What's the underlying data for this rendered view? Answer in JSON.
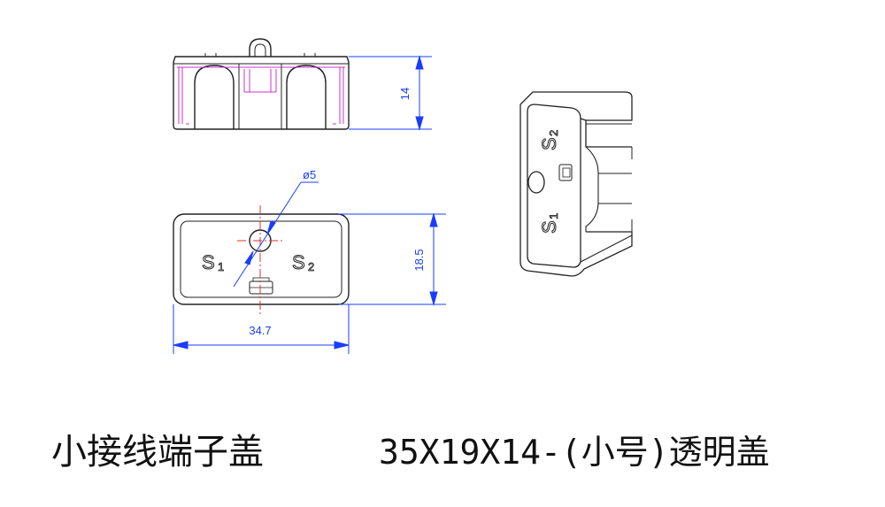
{
  "drawing": {
    "dim_height": "14",
    "dim_hole": "ø5",
    "dim_depth": "18.5",
    "dim_width": "34.7",
    "label_s": "S",
    "sub_1": "1",
    "sub_2": "2"
  },
  "caption": {
    "name": "小接线端子盖",
    "spec": "35X19X14-(小号)透明盖"
  },
  "colors": {
    "outline": "#222222",
    "dimension": "#1a3cff",
    "hidden": "#cc33cc",
    "center": "#e03030"
  }
}
